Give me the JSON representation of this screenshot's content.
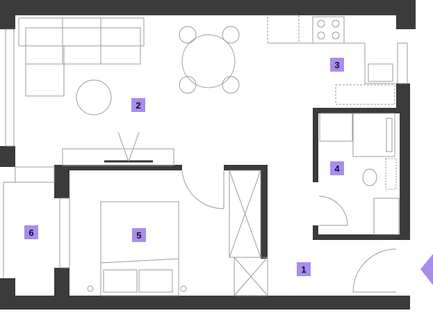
{
  "rooms": [
    {
      "number": "1"
    },
    {
      "number": "2"
    },
    {
      "number": "3"
    },
    {
      "number": "4"
    },
    {
      "number": "5"
    },
    {
      "number": "6"
    }
  ],
  "colors": {
    "wall": "#3b3b3b",
    "label": "#a98cf0",
    "line": "#9a9a9a"
  },
  "icons": [
    "entrance-arrow-icon"
  ]
}
